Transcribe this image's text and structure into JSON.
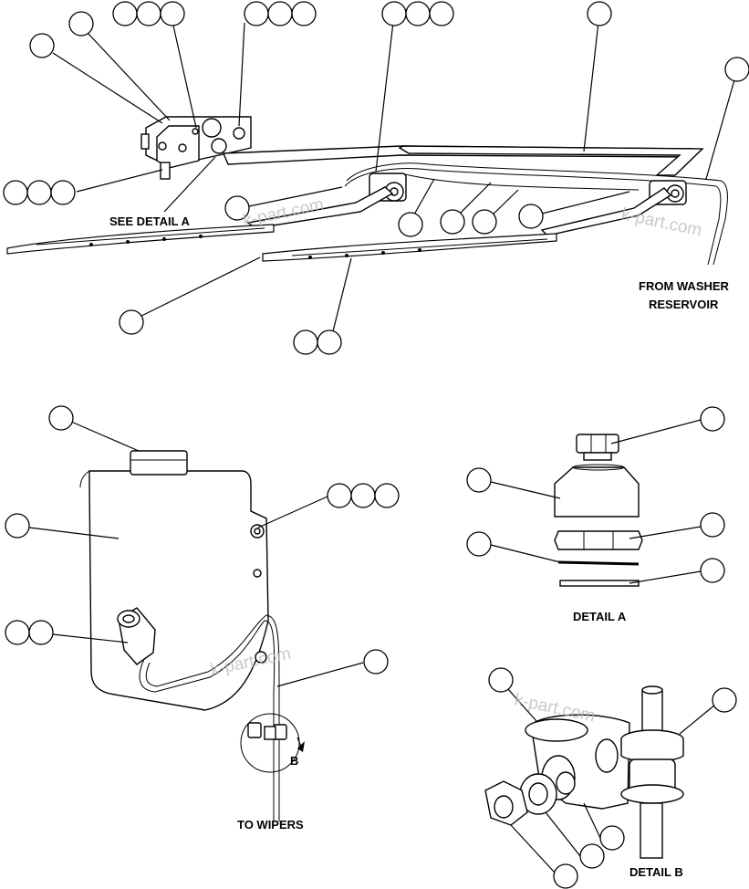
{
  "labels": {
    "see_detail_a": "SEE DETAIL A",
    "from_washer_reservoir_1": "FROM WASHER",
    "from_washer_reservoir_2": "RESERVOIR",
    "detail_a": "DETAIL A",
    "detail_b": "DETAIL B",
    "to_wipers": "TO WIPERS",
    "view_b": "B"
  },
  "watermark": "k-part.com",
  "callout_bubbles": "blank (no numbers printed)"
}
